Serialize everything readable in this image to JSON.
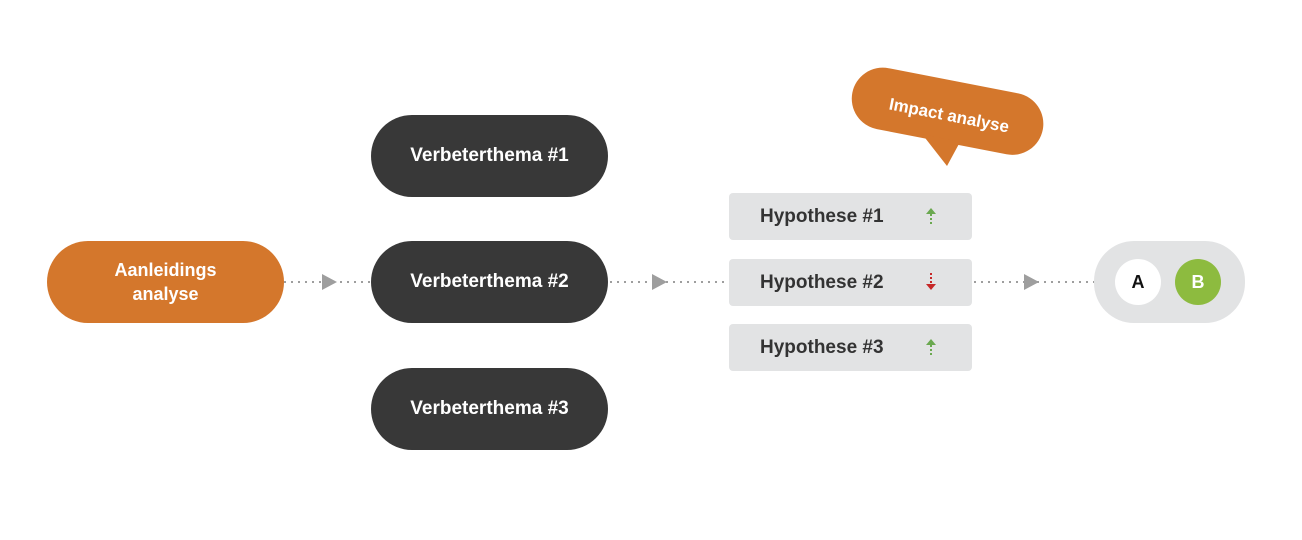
{
  "colors": {
    "orange": "#d4772c",
    "dark": "#383838",
    "light_gray": "#e2e3e4",
    "connector": "#9e9e9e",
    "up_arrow": "#6aa84f",
    "down_arrow": "#c62828",
    "option_b": "#8dbb3f"
  },
  "start": {
    "label": "Aanleidings\nanalyse"
  },
  "themes": [
    {
      "label": "Verbeterthema #1"
    },
    {
      "label": "Verbeterthema #2"
    },
    {
      "label": "Verbeterthema #3"
    }
  ],
  "impact_badge": {
    "label": "Impact analyse"
  },
  "hypotheses": [
    {
      "label": "Hypothese #1",
      "trend": "up",
      "icon": "arrow-up-icon"
    },
    {
      "label": "Hypothese #2",
      "trend": "down",
      "icon": "arrow-down-icon"
    },
    {
      "label": "Hypothese #3",
      "trend": "up",
      "icon": "arrow-up-icon"
    }
  ],
  "ab_test": {
    "option_a": "A",
    "option_b": "B"
  }
}
